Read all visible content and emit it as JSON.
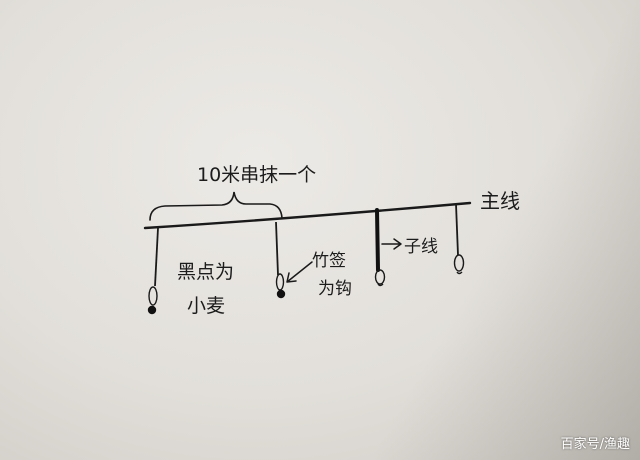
{
  "annotations": {
    "spacing": "10米串抹一个",
    "main_line": "主线",
    "branch_line": "子线",
    "black_dot_note_line1": "黑点为",
    "black_dot_note_line2": "小麦",
    "bamboo_note_line1": "竹签",
    "bamboo_note_line2": "为钩"
  },
  "watermark": "百家号/渔趣"
}
